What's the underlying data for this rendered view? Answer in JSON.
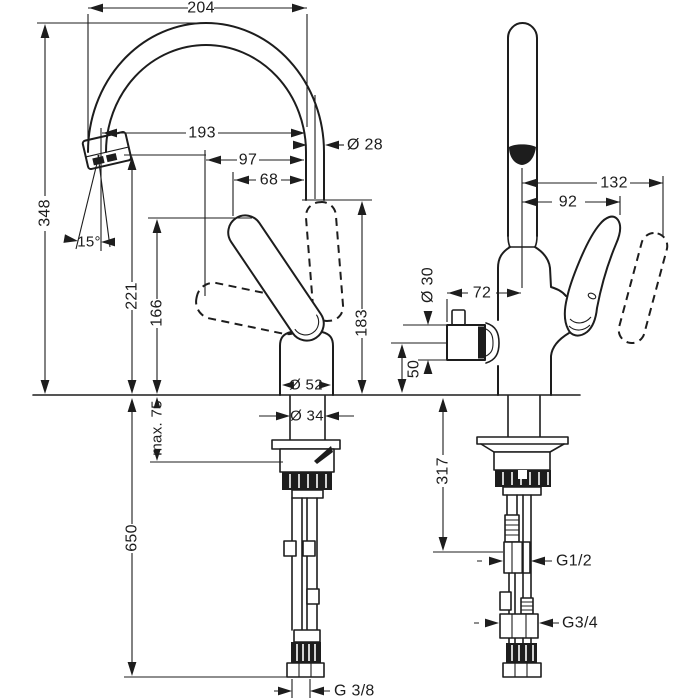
{
  "colors": {
    "ink": "#1d1d1d",
    "background": "#ffffff"
  },
  "front_view": {
    "spout_reach_overall": "204",
    "total_height": "348",
    "spout_reach": "193",
    "spout_tube_diameter": "Ø 28",
    "handle_front_offset": "97",
    "handle_tip_offset": "68",
    "spout_tilt_angle": "15°",
    "outlet_height": "221",
    "handle_height": "166",
    "handle_raised_height": "183",
    "body_base_diameter": "Ø 52",
    "shank_diameter": "Ø 34",
    "max_mounting_thickness": "max. 75",
    "hose_length": "650",
    "supply_connection_thread": "G 3/8"
  },
  "side_view": {
    "handle_raised_reach": "132",
    "handle_reach": "92",
    "shutoff_valve_diameter": "Ø 30",
    "shutoff_valve_reach": "72",
    "shutoff_valve_center_height": "50",
    "connector_drop": "317",
    "valve_hose_thread": "G1/2",
    "appliance_hose_thread": "G3/4"
  }
}
